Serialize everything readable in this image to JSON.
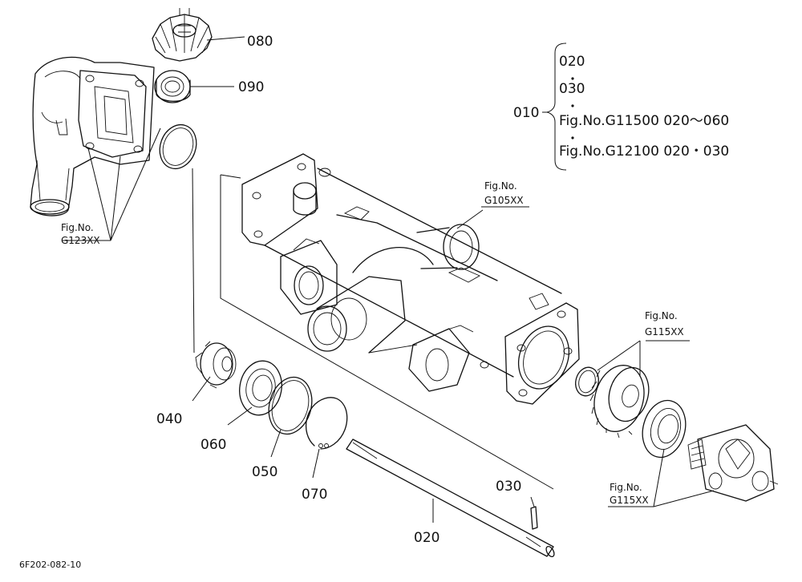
{
  "diagram": {
    "code": "6F202-082-10",
    "parts": {
      "p080": "080",
      "p090": "090",
      "p040": "040",
      "p060": "060",
      "p050": "050",
      "p070": "070",
      "p030": "030",
      "p020": "020"
    },
    "assembly": {
      "ref": "010",
      "items": [
        "020",
        "030",
        "Fig.No.G11500  020〜060",
        "Fig.No.G12100  020・030"
      ]
    },
    "fig_refs": {
      "g123": {
        "line1": "Fig.No.",
        "line2": "G123XX"
      },
      "g105": {
        "line1": "Fig.No.",
        "line2": "G105XX"
      },
      "g115a": {
        "line1": "Fig.No.",
        "line2": "G115XX"
      },
      "g115b": {
        "line1": "Fig.No.",
        "line2": "G115XX"
      }
    }
  }
}
